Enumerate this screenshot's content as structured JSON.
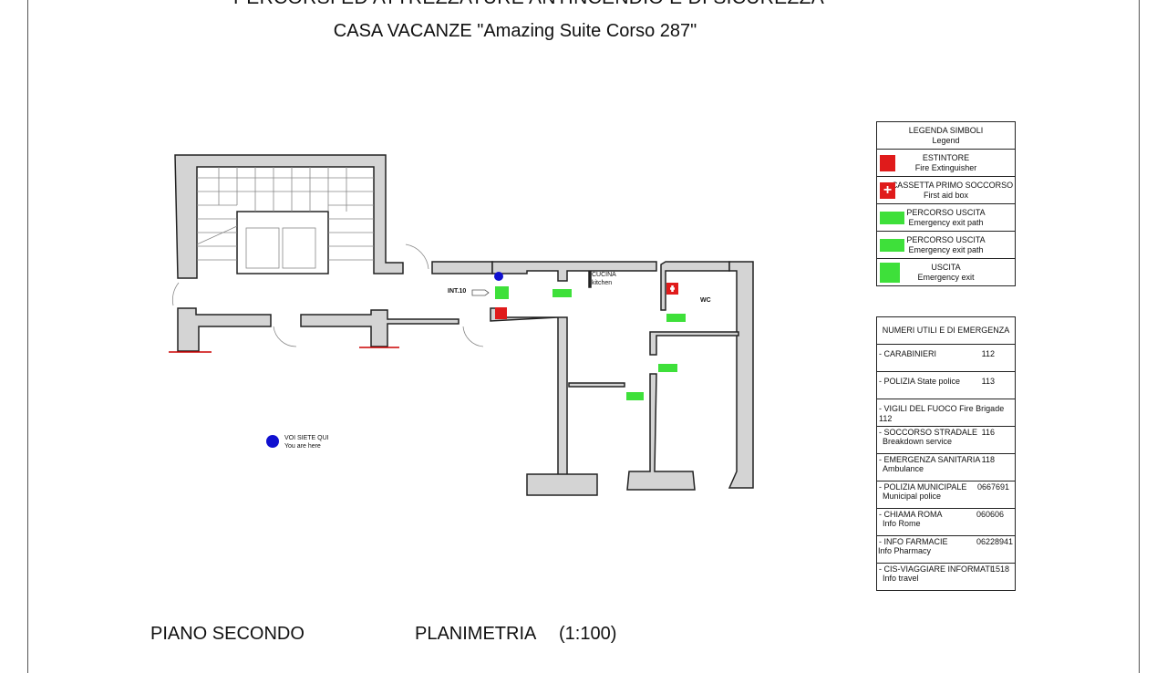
{
  "header": {
    "title": "PERCORSI ED ATTREZZATURE ANTINCENDIO E DI SICUREZZA",
    "subtitle": "CASA VACANZE \"Amazing Suite Corso 287\""
  },
  "plan": {
    "entrance_label": "INT.10",
    "kitchen_label": "CUCINA",
    "kitchen_label_en": "kitchen",
    "wc_label": "WC",
    "you_are_here": "VOI SIETE QUI",
    "you_are_here_en": "You are here"
  },
  "legend": {
    "title": "LEGENDA SIMBOLI",
    "title_en": "Legend",
    "items": [
      {
        "label": "ESTINTORE",
        "label_en": "Fire Extinguisher",
        "icon": "fire-extinguisher-icon",
        "color": "#e01b1b"
      },
      {
        "label": "CASSETTA PRIMO SOCCORSO",
        "label_en": "First aid box",
        "icon": "first-aid-icon",
        "color": "#e01b1b"
      },
      {
        "label": "PERCORSO USCITA",
        "label_en": "Emergency exit path",
        "icon": "exit-path-icon",
        "color": "#3ee03a"
      },
      {
        "label": "PERCORSO USCITA",
        "label_en": "Emergency exit path",
        "icon": "exit-path-icon",
        "color": "#3ee03a"
      },
      {
        "label": "USCITA",
        "label_en": "Emergency exit",
        "icon": "emergency-exit-icon",
        "color": "#3ee03a"
      }
    ]
  },
  "numbers": {
    "title": "NUMERI UTILI E DI EMERGENZA",
    "items": [
      {
        "label": "- CARABINIERI",
        "number": "112",
        "sub": ""
      },
      {
        "label": "- POLIZIA State police",
        "number": "113",
        "sub": ""
      },
      {
        "label": "- VIGILI DEL FUOCO Fire Brigade 112",
        "number": "",
        "sub": ""
      },
      {
        "label": "- SOCCORSO STRADALE",
        "number": "116",
        "sub": "Breakdown service"
      },
      {
        "label": "- EMERGENZA SANITARIA",
        "number": "118",
        "sub": "Ambulance"
      },
      {
        "label": "- POLIZIA MUNICIPALE",
        "number": "0667691",
        "sub": "Municipal police"
      },
      {
        "label": "- CHIAMA ROMA",
        "number": "060606",
        "sub": " Info Rome"
      },
      {
        "label": "- INFO FARMACIE",
        "number": "06228941",
        "sub": "Info Pharmacy"
      },
      {
        "label": "- CIS-VIAGGIARE INFORMATI",
        "number": "1518",
        "sub": "Info travel"
      }
    ]
  },
  "footer": {
    "floor": "PIANO SECONDO",
    "plan": "PLANIMETRIA",
    "scale": "(1:100)"
  }
}
